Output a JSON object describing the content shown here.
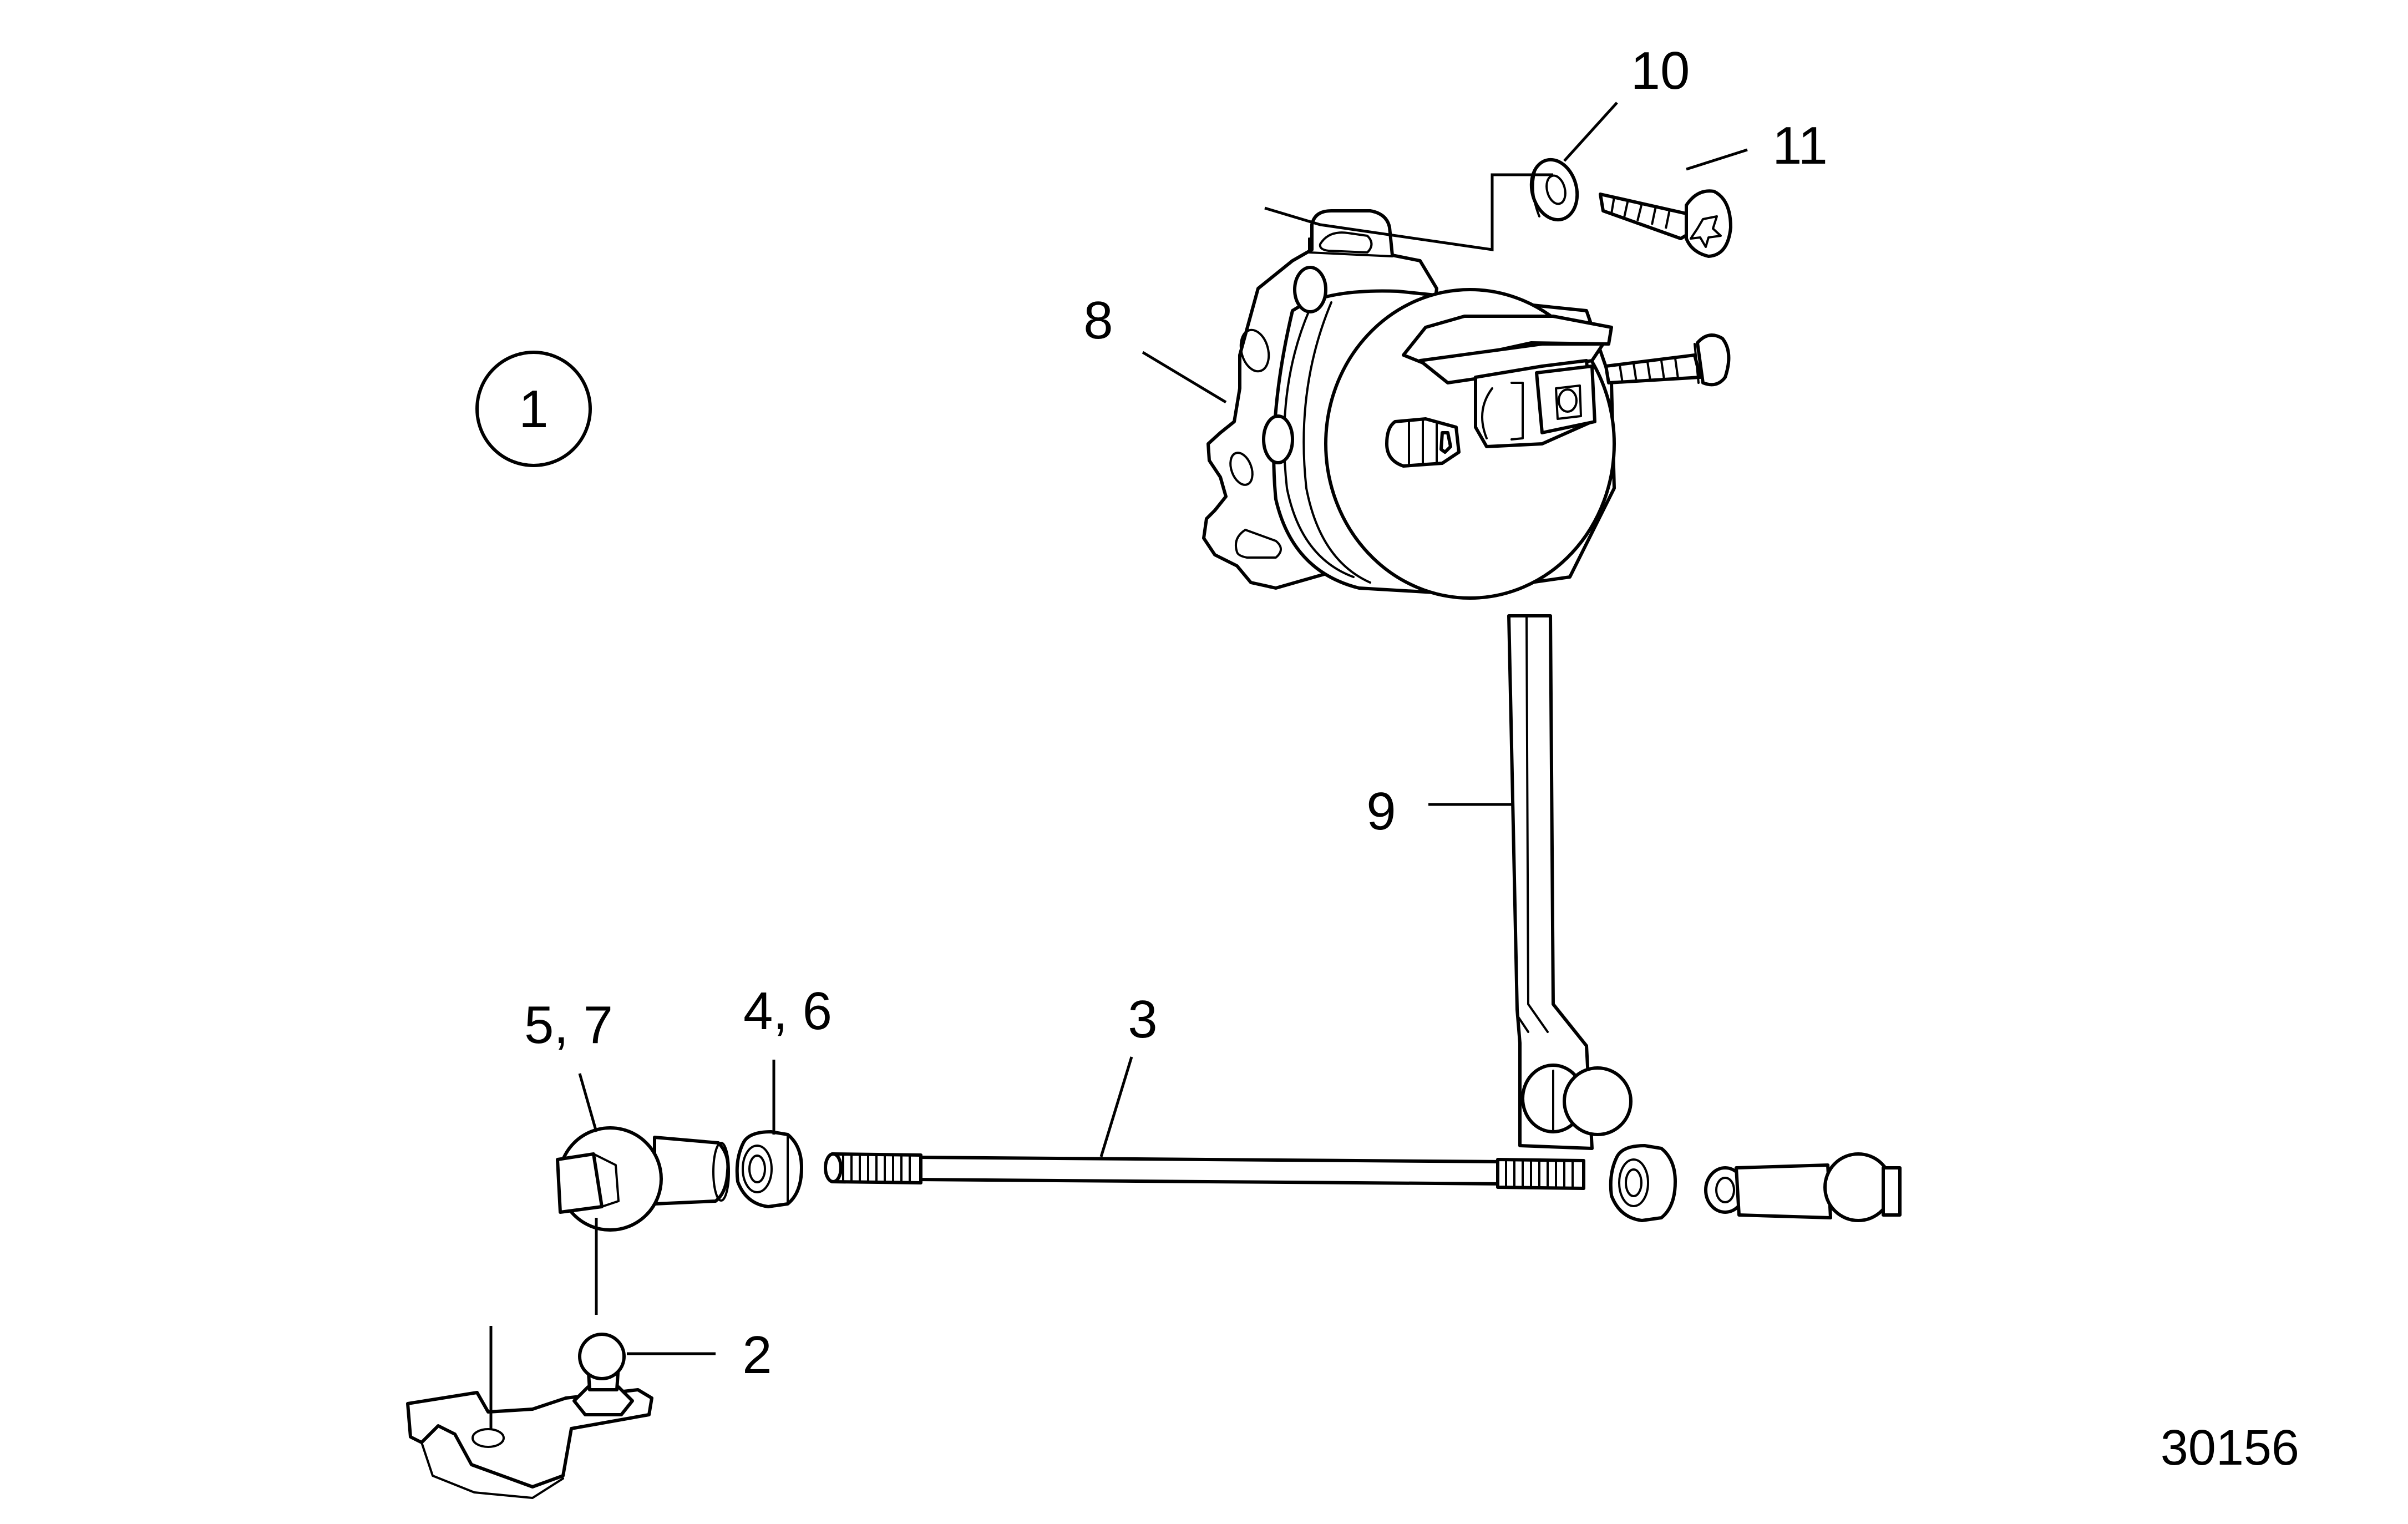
{
  "diagram": {
    "view_number": "1",
    "drawing_number": "30156",
    "callouts": {
      "part_2": "2",
      "part_3": "3",
      "part_4_6": "4, 6",
      "part_5_7": "5, 7",
      "part_8": "8",
      "part_9": "9",
      "part_10": "10",
      "part_11": "11"
    }
  },
  "colors": {
    "line": "#000000",
    "background": "#ffffff"
  }
}
